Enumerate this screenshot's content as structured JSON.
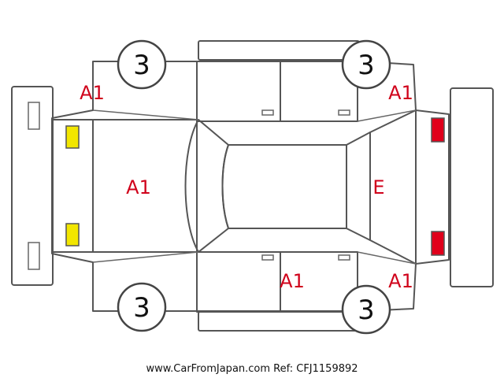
{
  "tires": {
    "front_left": "3",
    "front_right": "3",
    "rear_left": "3",
    "rear_right": "3"
  },
  "damage_codes": {
    "front_left_fender": "A1",
    "rear_left_fender": "A1",
    "hood": "A1",
    "rear_window": "E",
    "right_rear_door": "A1",
    "right_rear_fender": "A1"
  },
  "lights": {
    "front_color": "#f2e600",
    "rear_color": "#e0001b"
  },
  "footer": {
    "text": "www.CarFromJapan.com Ref: CFJ1159892"
  }
}
